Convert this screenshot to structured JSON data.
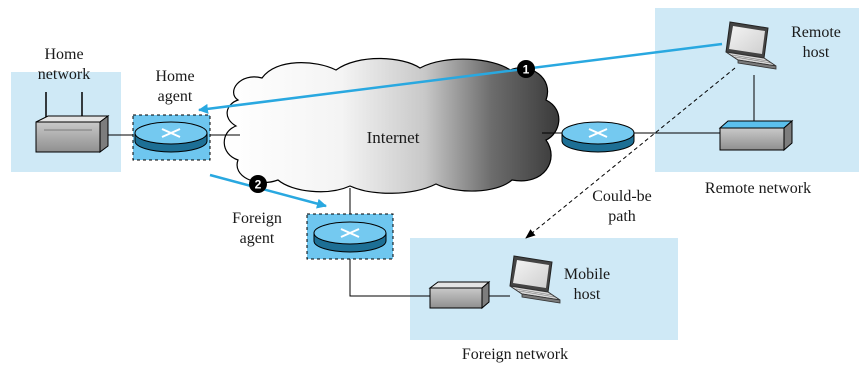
{
  "labels": {
    "home_network": [
      "Home",
      "network"
    ],
    "home_agent": [
      "Home",
      "agent"
    ],
    "internet": "Internet",
    "remote_host": [
      "Remote",
      "host"
    ],
    "remote_network": "Remote network",
    "foreign_agent": [
      "Foreign",
      "agent"
    ],
    "could_be_path": [
      "Could-be",
      "path"
    ],
    "mobile_host": [
      "Mobile",
      "host"
    ],
    "foreign_network": "Foreign network"
  },
  "steps": [
    "1",
    "2"
  ],
  "colors": {
    "network_fill": "#cfe9f6",
    "agent_fill": "#6ec6ef",
    "arrow": "#29a8e0",
    "router_top": "#74c9f0",
    "router_side": "#1d6f95",
    "line": "#000000"
  }
}
